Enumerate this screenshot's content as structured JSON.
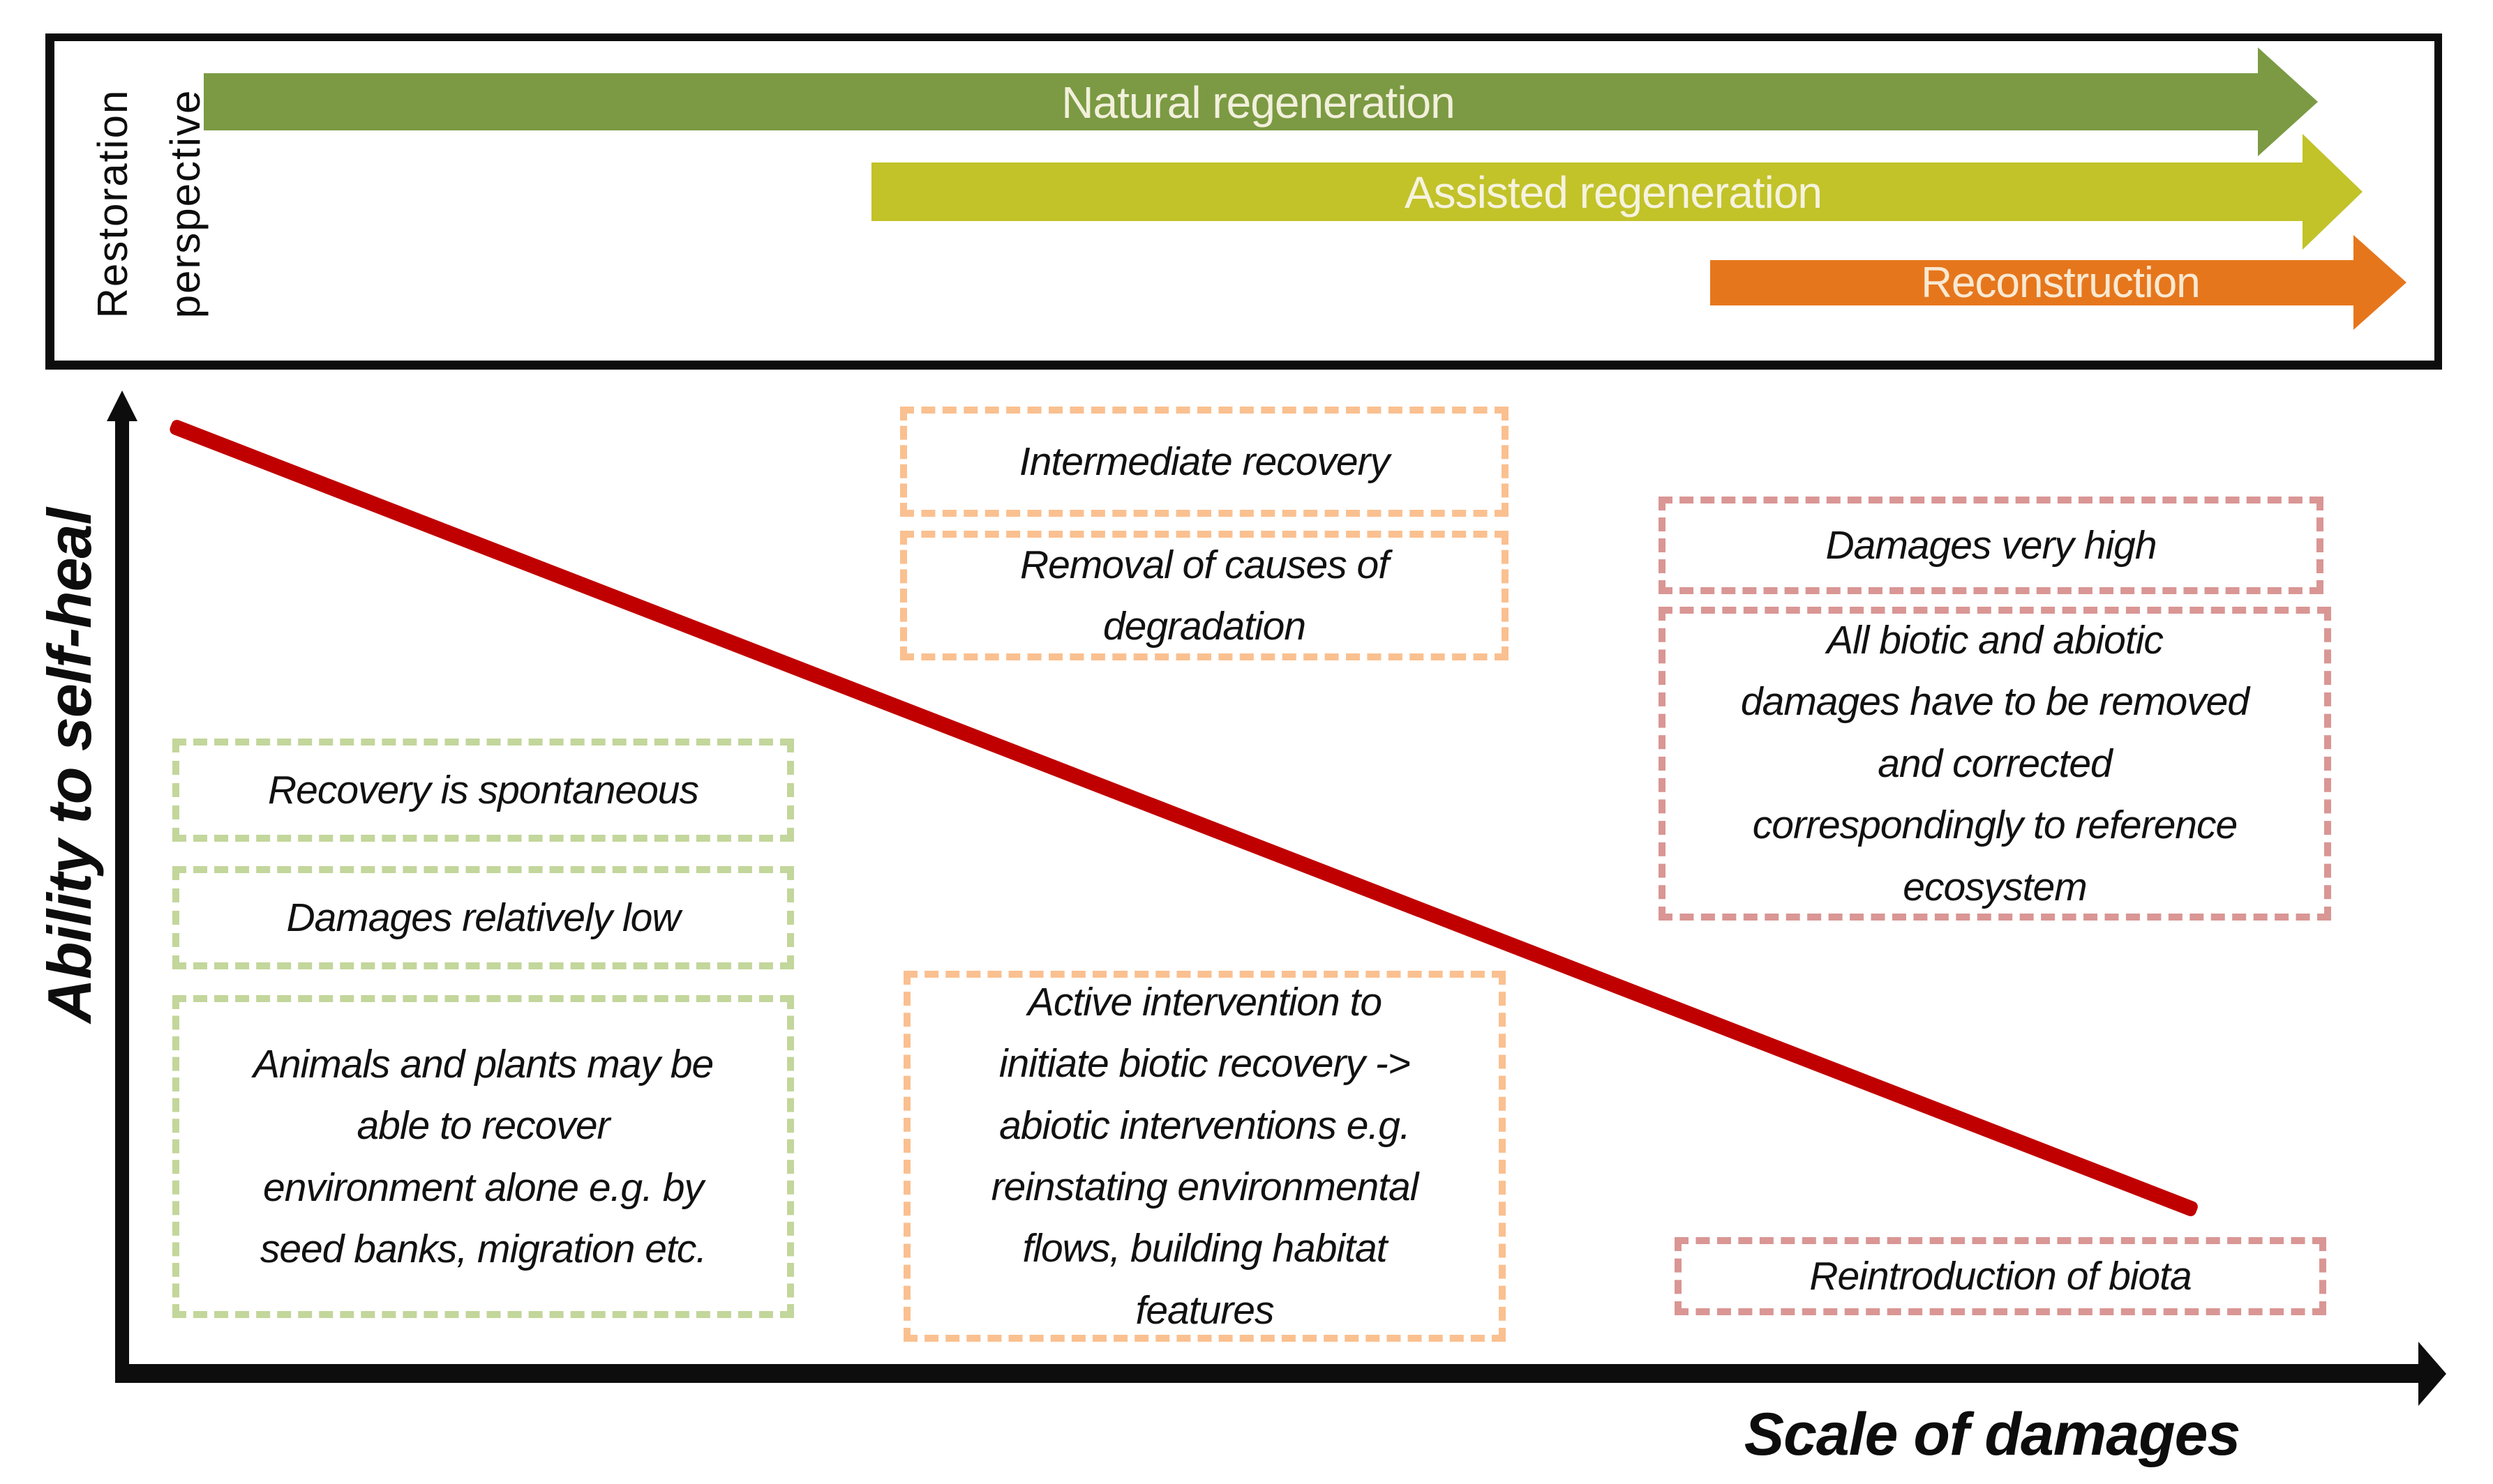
{
  "top_panel": {
    "axis_label": "Restoration\nperspective",
    "arrows": [
      {
        "name": "natural-regeneration",
        "label": "Natural regeneration",
        "color": "#7B9A43",
        "text_color": "#F2F0DC"
      },
      {
        "name": "assisted-regeneration",
        "label": "Assisted regeneration",
        "color": "#C2C229",
        "text_color": "#F5F3DE"
      },
      {
        "name": "reconstruction",
        "label": "Reconstruction",
        "color": "#E6761C",
        "text_color": "#F8E9D2"
      }
    ]
  },
  "chart": {
    "y_axis_label": "Ability to self-heal",
    "x_axis_label": "Scale of damages",
    "trend_line_color": "#C00000",
    "box_colors": {
      "natural": "#C3D69B",
      "assisted": "#FAC090",
      "reconstruction": "#D99694"
    },
    "natural_boxes": [
      {
        "text": "Recovery is spontaneous"
      },
      {
        "text": "Damages relatively low"
      },
      {
        "text": "Animals and plants may be\nable to recover\nenvironment alone e.g. by\nseed banks, migration etc."
      }
    ],
    "assisted_boxes": [
      {
        "text": "Intermediate recovery"
      },
      {
        "text": "Removal of causes of\ndegradation"
      },
      {
        "text": "Active intervention to\ninitiate biotic recovery ->\nabiotic interventions e.g.\nreinstating environmental\nflows, building habitat\nfeatures"
      }
    ],
    "reconstruction_boxes": [
      {
        "text": "Damages very high"
      },
      {
        "text": "All biotic and abiotic\ndamages have to be removed\nand corrected\ncorrespondingly to reference\necosystem"
      },
      {
        "text": "Reintroduction of biota"
      }
    ]
  }
}
